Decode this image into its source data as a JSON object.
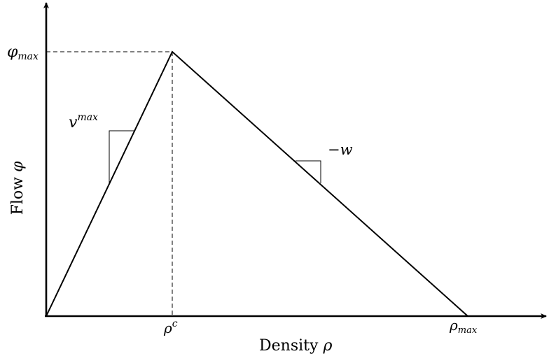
{
  "diagram": {
    "colors": {
      "stroke": "#000000",
      "background": "#ffffff"
    },
    "axes": {
      "x_label_word": "Density",
      "x_label_symbol": "ρ",
      "y_label_word": "Flow",
      "y_label_symbol": "φ"
    },
    "annotations": {
      "phi_max_base": "φ",
      "phi_max_sub": "max",
      "rho_c_base": "ρ",
      "rho_c_sup": "c",
      "rho_max_base": "ρ",
      "rho_max_sub": "max",
      "v_max_base": "v",
      "v_max_sup": "max",
      "neg_w": "−w"
    }
  }
}
